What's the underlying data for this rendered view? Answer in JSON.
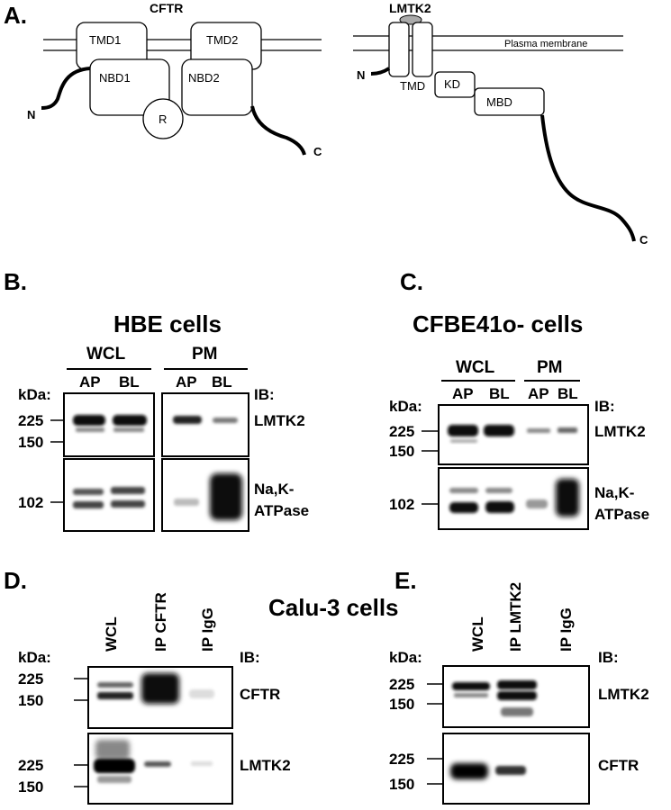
{
  "panels": {
    "a": {
      "label": "A.",
      "cftr": {
        "title": "CFTR",
        "domains": [
          "TMD1",
          "TMD2",
          "NBD1",
          "NBD2",
          "R"
        ],
        "n_term": "N",
        "c_term": "C"
      },
      "lmtk2": {
        "title": "LMTK2",
        "membrane": "Plasma membrane",
        "domains": [
          "TMD",
          "KD",
          "MBD"
        ],
        "n_term": "N",
        "c_term": "C"
      }
    },
    "b": {
      "label": "B.",
      "title": "HBE cells",
      "groups": [
        "WCL",
        "PM"
      ],
      "lanes": [
        "AP",
        "BL",
        "AP",
        "BL"
      ],
      "kda": "kDa:",
      "ib": "IB:",
      "markers_top": [
        "225",
        "150"
      ],
      "markers_bottom": [
        "102"
      ],
      "blot_top": "LMTK2",
      "blot_bottom": [
        "Na,K-",
        "ATPase"
      ]
    },
    "c": {
      "label": "C.",
      "title": "CFBE41o- cells",
      "groups": [
        "WCL",
        "PM"
      ],
      "lanes": [
        "AP",
        "BL",
        "AP",
        "BL"
      ],
      "kda": "kDa:",
      "ib": "IB:",
      "markers_top": [
        "225",
        "150"
      ],
      "markers_bottom": [
        "102"
      ],
      "blot_top": "LMTK2",
      "blot_bottom": [
        "Na,K-",
        "ATPase"
      ]
    },
    "d": {
      "label": "D.",
      "title": "Calu-3 cells",
      "lanes": [
        "WCL",
        "IP CFTR",
        "IP IgG"
      ],
      "kda": "kDa:",
      "ib": "IB:",
      "markers_top": [
        "225",
        "150"
      ],
      "markers_bottom": [
        "225",
        "150"
      ],
      "blot_top": "CFTR",
      "blot_bottom": "LMTK2"
    },
    "e": {
      "label": "E.",
      "lanes": [
        "WCL",
        "IP LMTK2",
        "IP IgG"
      ],
      "kda": "kDa:",
      "ib": "IB:",
      "markers_top": [
        "225",
        "150"
      ],
      "markers_bottom": [
        "225",
        "150"
      ],
      "blot_top": "LMTK2",
      "blot_bottom": "CFTR"
    }
  }
}
